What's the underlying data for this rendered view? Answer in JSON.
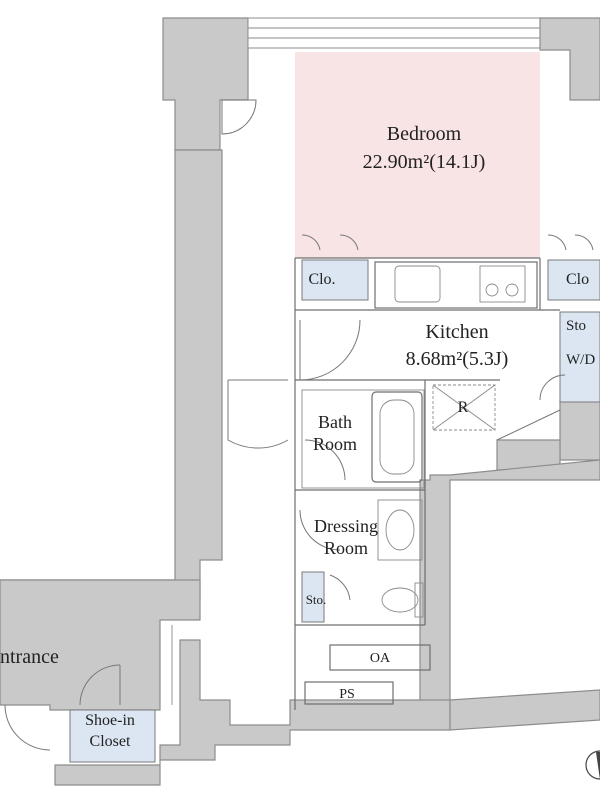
{
  "rooms": {
    "bedroom": {
      "name": "Bedroom",
      "area": "22.90m²(14.1J)"
    },
    "kitchen": {
      "name": "Kitchen",
      "area": "8.68m²(5.3J)"
    },
    "bath_line1": "Bath",
    "bath_line2": "Room",
    "dressing_line1": "Dressing",
    "dressing_line2": "Room",
    "entrance": "ntrance",
    "shoe_line1": "Shoe-in",
    "shoe_line2": "Closet"
  },
  "labels": {
    "clo_left": "Clo.",
    "clo_right": "Clo",
    "sto_right": "Sto",
    "wd": "W/D",
    "refrigerator": "R",
    "sto_small": "Sto.",
    "oa": "OA",
    "ps": "PS"
  },
  "colors": {
    "bedroom_fill": "#f8e4e4",
    "wall": "#c9c9c9",
    "closet": "#dbe6f2"
  }
}
